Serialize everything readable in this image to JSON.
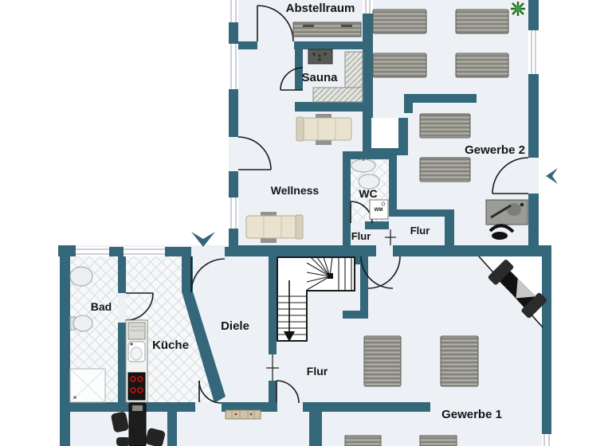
{
  "plan_type": "floor-plan",
  "rooms": {
    "abstellraum": "Abstellraum",
    "sauna": "Sauna",
    "wellness": "Wellness",
    "wc": "WC",
    "flur_upper_left": "Flur",
    "flur_upper_right": "Flur",
    "gewerbe2": "Gewerbe 2",
    "bad": "Bad",
    "kueche": "Küche",
    "diele": "Diele",
    "flur_lower": "Flur",
    "gewerbe1": "Gewerbe 1"
  },
  "labels": {
    "washing_machine": "WM"
  },
  "colors": {
    "wall": "#34677a",
    "floor": "#edf1f6",
    "tile_line": "#d8dce1",
    "table_wood": "#98978f",
    "lounger_cream": "#e9e2cf",
    "plant_green": "#2e7d32",
    "stove_burner": "#cc1111",
    "black_furniture": "#1a1a1a"
  },
  "icons": [
    "entrance-arrow-down-icon",
    "entrance-arrow-left-icon",
    "stair-direction-arrow-icon",
    "plant-icon",
    "sauna-heater-icon",
    "sink-icon",
    "toilet-icon",
    "shower-icon",
    "washing-machine-icon",
    "stove-icon",
    "kitchen-sink-icon",
    "fridge-icon"
  ]
}
